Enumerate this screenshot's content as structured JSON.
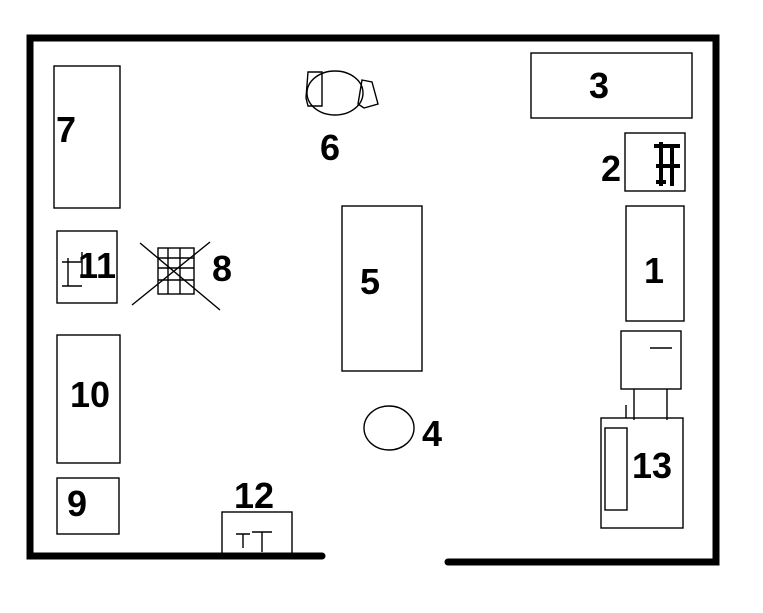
{
  "diagram": {
    "labels": {
      "item1": "1",
      "item2": "2",
      "item3": "3",
      "item4": "4",
      "item5": "5",
      "item6": "6",
      "item7": "7",
      "item8": "8",
      "item9": "9",
      "item10": "10",
      "item11": "11",
      "item12": "12",
      "item13": "13"
    },
    "colors": {
      "line": "#000000",
      "background": "#ffffff"
    }
  }
}
